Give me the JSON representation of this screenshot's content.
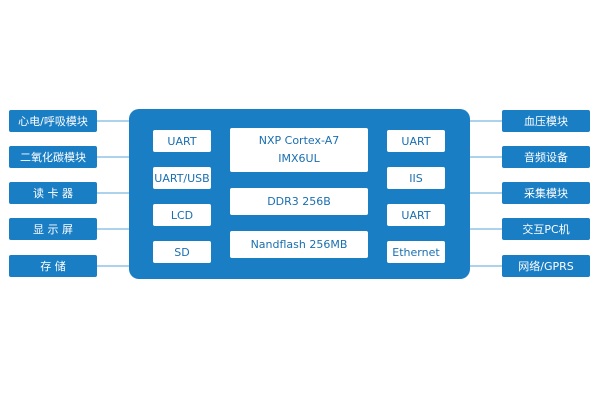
{
  "colors": {
    "accent": "#1a7ec4",
    "connector": "#5aa6d8",
    "chip_text": "#1a6fb0"
  },
  "left_modules": [
    {
      "label": "心电/呼吸模块"
    },
    {
      "label": "二氧化碳模块"
    },
    {
      "label": "读 卡 器"
    },
    {
      "label": "显 示 屏"
    },
    {
      "label": "存  储"
    }
  ],
  "right_modules": [
    {
      "label": "血压模块"
    },
    {
      "label": "音频设备"
    },
    {
      "label": "采集模块"
    },
    {
      "label": "交互PC机"
    },
    {
      "label": "网络/GPRS"
    }
  ],
  "board": {
    "left_interfaces": [
      {
        "label": "UART"
      },
      {
        "label": "UART/USB"
      },
      {
        "label": "LCD"
      },
      {
        "label": "SD"
      }
    ],
    "right_interfaces": [
      {
        "label": "UART"
      },
      {
        "label": "IIS"
      },
      {
        "label": "UART"
      },
      {
        "label": "Ethernet"
      }
    ],
    "cpu": {
      "line1": "NXP Cortex-A7",
      "line2": "IMX6UL"
    },
    "ddr": {
      "label": "DDR3 256B"
    },
    "nand": {
      "label": "Nandflash 256MB"
    }
  }
}
